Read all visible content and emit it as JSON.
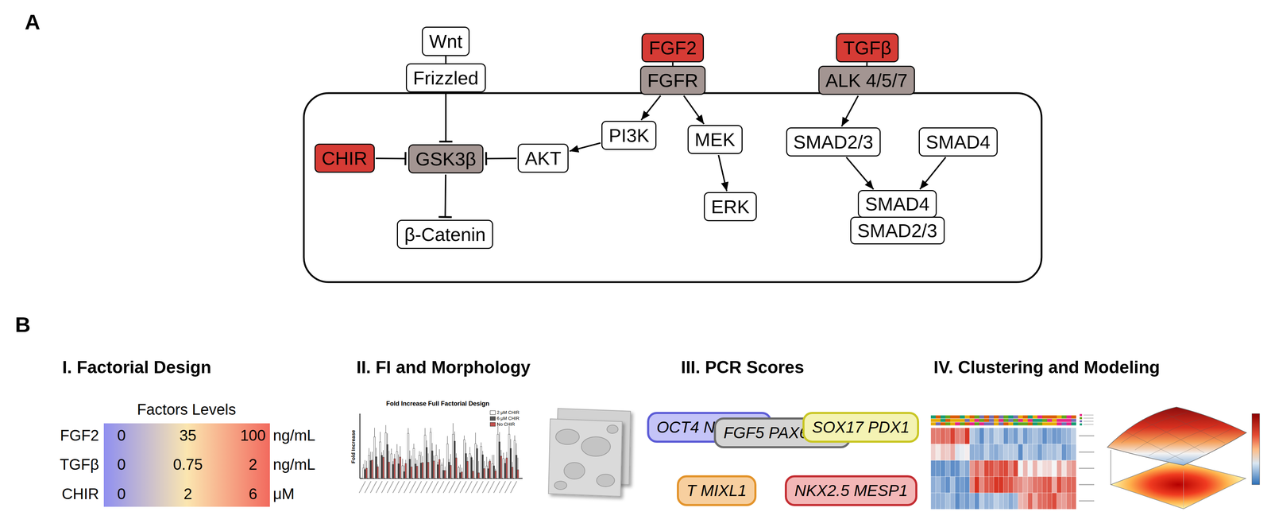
{
  "diagram": {
    "nodes": [
      {
        "text": [
          "Wnt"
        ]
      },
      {
        "text": [
          "Frizzled"
        ]
      },
      {
        "text": [
          "FGF2"
        ]
      },
      {
        "text": [
          "FGFR"
        ]
      },
      {
        "text": [
          "TGFβ"
        ]
      },
      {
        "text": [
          "ALK 4/5/7"
        ]
      },
      {
        "text": [
          "CHIR"
        ]
      },
      {
        "text": [
          "GSK3β"
        ]
      },
      {
        "text": [
          "AKT"
        ]
      },
      {
        "text": [
          "PI3K"
        ]
      },
      {
        "text": [
          "MEK"
        ]
      },
      {
        "text": [
          "ERK"
        ]
      },
      {
        "text": [
          "β-Catenin"
        ]
      },
      {
        "text": [
          "SMAD2/3"
        ]
      },
      {
        "text": [
          "SMAD4"
        ]
      },
      {
        "text": [
          "SMAD4",
          "SMAD2/3"
        ]
      },
      {
        "text": [
          "OCT4 NANOG"
        ]
      },
      {
        "text": [
          "FGF5 PAX6 P75"
        ]
      },
      {
        "text": [
          "SOX17 PDX1"
        ]
      },
      {
        "text": [
          "T MIXL1"
        ]
      },
      {
        "text": [
          "NKX2.5 MESP1"
        ]
      }
    ],
    "edges": [
      {
        "from": 0,
        "to": 1,
        "arrow": "none"
      },
      {
        "from": 1,
        "to": 7,
        "arrow": "to"
      },
      {
        "from": 6,
        "to": 7,
        "arrow": "to"
      },
      {
        "from": 8,
        "to": 7,
        "arrow": "to"
      },
      {
        "from": 7,
        "to": 12,
        "arrow": "to"
      },
      {
        "from": 2,
        "to": 3,
        "arrow": "none"
      },
      {
        "from": 3,
        "to": 9,
        "arrow": "to"
      },
      {
        "from": 3,
        "to": 10,
        "arrow": "to"
      },
      {
        "from": 9,
        "to": 8,
        "arrow": "to"
      },
      {
        "from": 10,
        "to": 11,
        "arrow": "to"
      },
      {
        "from": 4,
        "to": 5,
        "arrow": "none"
      },
      {
        "from": 5,
        "to": 13,
        "arrow": "to"
      },
      {
        "from": 13,
        "to": 15,
        "arrow": "to"
      },
      {
        "from": 14,
        "to": 15,
        "arrow": "to"
      }
    ],
    "labels": [
      "A",
      "B",
      "I. Factorial Design",
      "II. FI and Morphology",
      "III. PCR Scores",
      "IV. Clustering and Modeling",
      "Factors Levels",
      "FGF2",
      "0",
      "35",
      "100",
      "ng/mL",
      "TGFβ",
      "0",
      "0.75",
      "2",
      "ng/mL",
      "CHIR",
      "0",
      "2",
      "6",
      "μM",
      "Fold Increase Full Factorial Design",
      "Fold Increase"
    ],
    "legend": [
      {
        "text": "2 μM CHIR",
        "color": "#ffffff"
      },
      {
        "text": "6 μM CHIR",
        "color": "#555555"
      },
      {
        "text": "No CHIR",
        "color": "#c0504d"
      }
    ]
  }
}
